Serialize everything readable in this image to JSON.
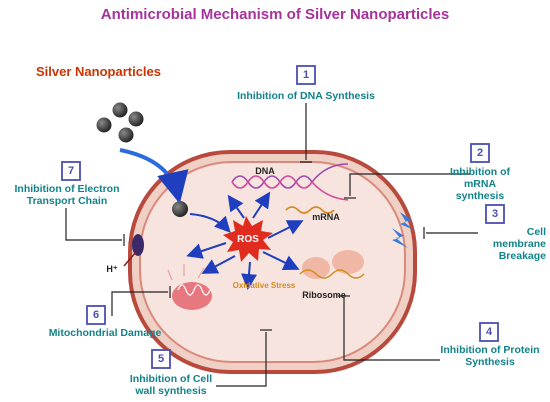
{
  "title": "Antimicrobial Mechanism of Silver Nanoparticles",
  "np_label": "Silver Nanoparticles",
  "center": {
    "ros": "ROS",
    "oxidative_stress": "Oxidative Stress",
    "dna": "DNA",
    "mrna": "mRNA",
    "ribosome": "Ribosome",
    "h_plus": "H⁺"
  },
  "mechanisms": [
    {
      "number": "1",
      "label": "Inhibition of DNA Synthesis"
    },
    {
      "number": "2",
      "label": "Inhibition of mRNA synthesis"
    },
    {
      "number": "3",
      "label": "Cell membrane Breakage"
    },
    {
      "number": "4",
      "label": "Inhibition of Protein Synthesis"
    },
    {
      "number": "5",
      "label": "Inhibition of Cell wall synthesis"
    },
    {
      "number": "6",
      "label": "Mitochondrial Damage"
    },
    {
      "number": "7",
      "label": "Inhibition of Electron Transport Chain"
    }
  ],
  "colors": {
    "title": "#a8329b",
    "np_label": "#cc3300",
    "label_text": "#12838a",
    "box_border": "#4a4fb0",
    "cell_wall": "#b8493d",
    "cytoplasm": "#f6e2dc",
    "arrow": "#1f3fbf",
    "ros": "#e02b1f"
  }
}
